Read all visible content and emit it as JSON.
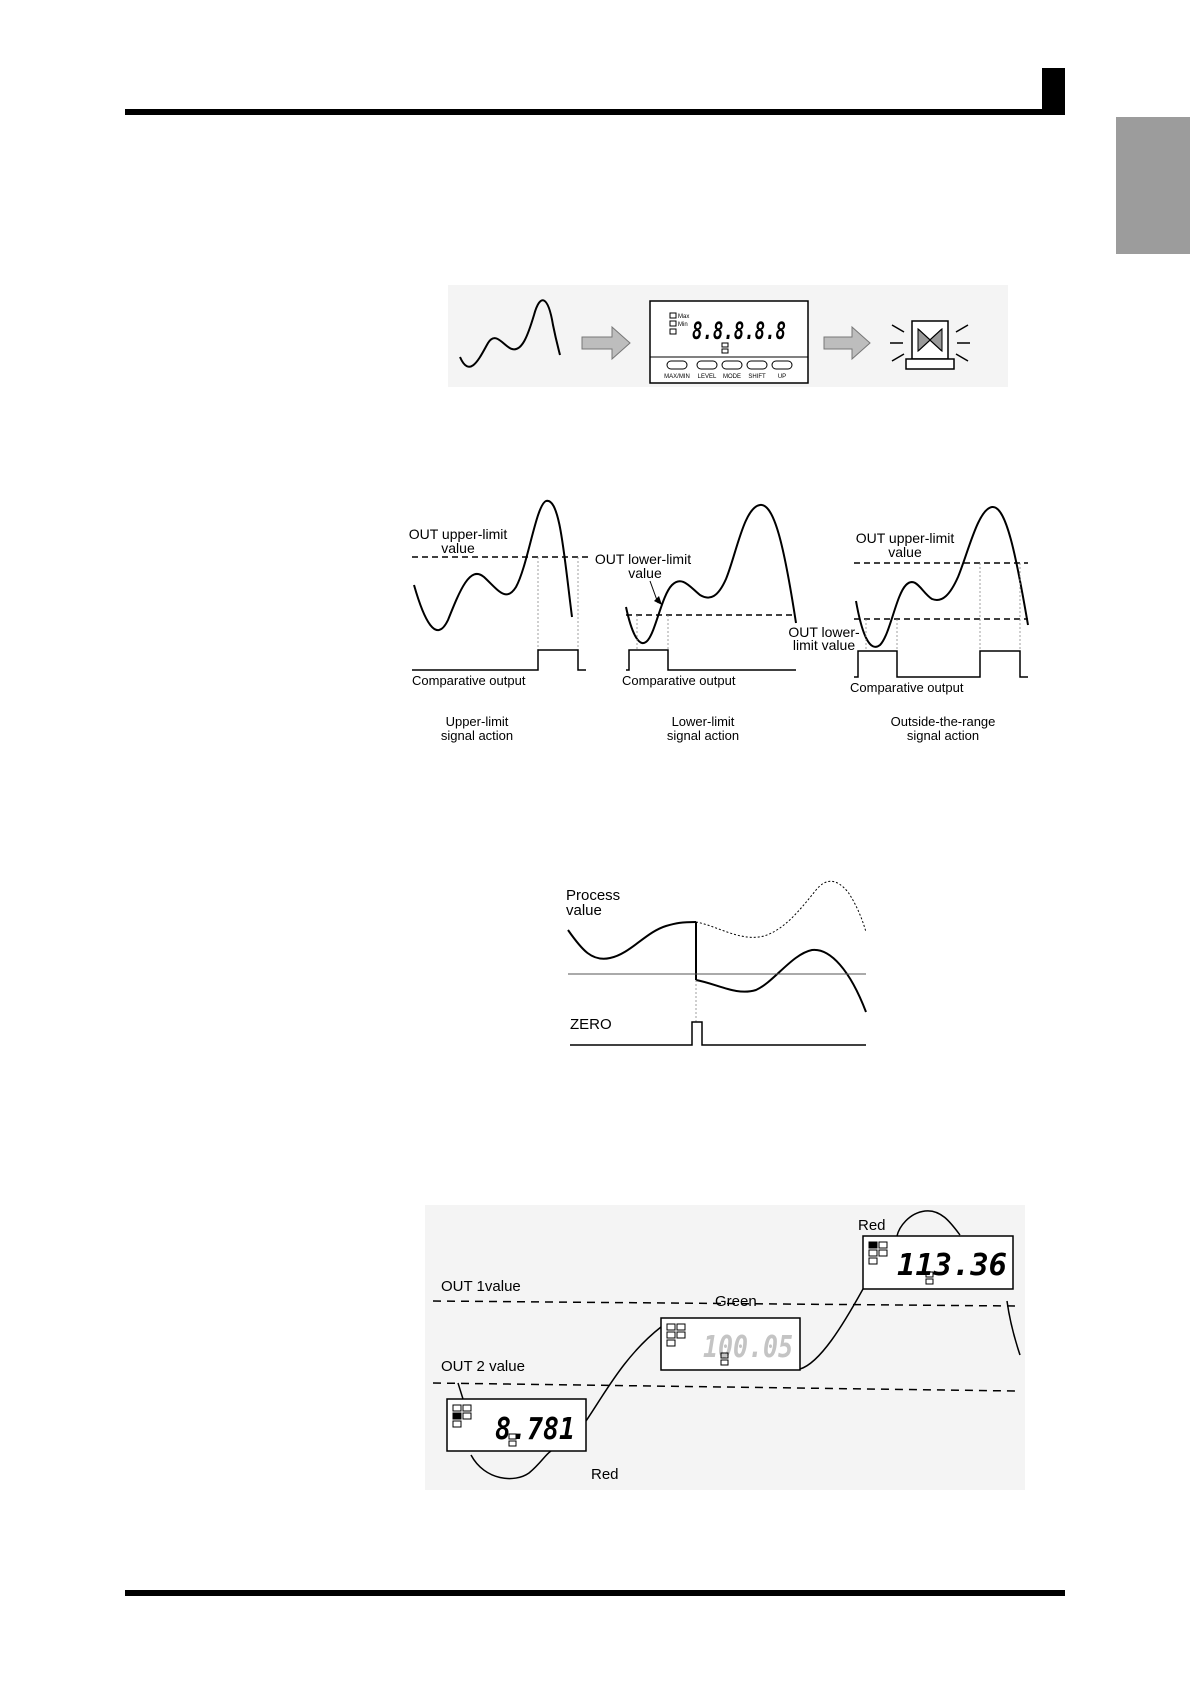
{
  "fig1": {
    "panel": {
      "indicators": [
        "Max",
        "Min"
      ],
      "display": "8.8.8.8.8",
      "keys": [
        "MAX/MIN",
        "LEVEL",
        "MODE",
        "SHIFT",
        "UP"
      ]
    }
  },
  "fig2": {
    "panels": [
      {
        "labels": [
          "OUT upper-limit",
          "value"
        ],
        "output": "Comparative output",
        "caption": [
          "Upper-limit",
          "signal action"
        ]
      },
      {
        "labels": [
          "OUT lower-limit",
          "value"
        ],
        "output": "Comparative output",
        "caption": [
          "Lower-limit",
          "signal action"
        ]
      },
      {
        "labels": [
          "OUT upper-limit",
          "value"
        ],
        "labels_lower": [
          "OUT lower-",
          "limit value"
        ],
        "output": "Comparative output",
        "caption": [
          "Outside-the-range",
          "signal action"
        ]
      }
    ]
  },
  "fig3": {
    "title": [
      "Process",
      "value"
    ],
    "zero": "ZERO"
  },
  "fig4": {
    "out1": "OUT 1value",
    "out2": "OUT 2 value",
    "displays": [
      {
        "value": "113.36",
        "color_label": "Red",
        "color": "#000000"
      },
      {
        "value": "100.05",
        "color_label": "Green",
        "color": "#c4c4c4"
      },
      {
        "value": "8.781",
        "color_label": "Red",
        "color": "#000000"
      }
    ]
  }
}
